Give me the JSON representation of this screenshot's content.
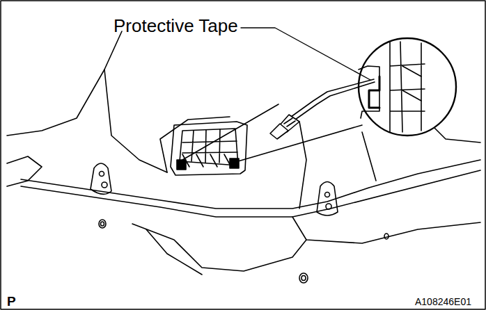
{
  "diagram": {
    "labels": [
      "Protective Tape",
      "P",
      "A108246E01"
    ]
  }
}
